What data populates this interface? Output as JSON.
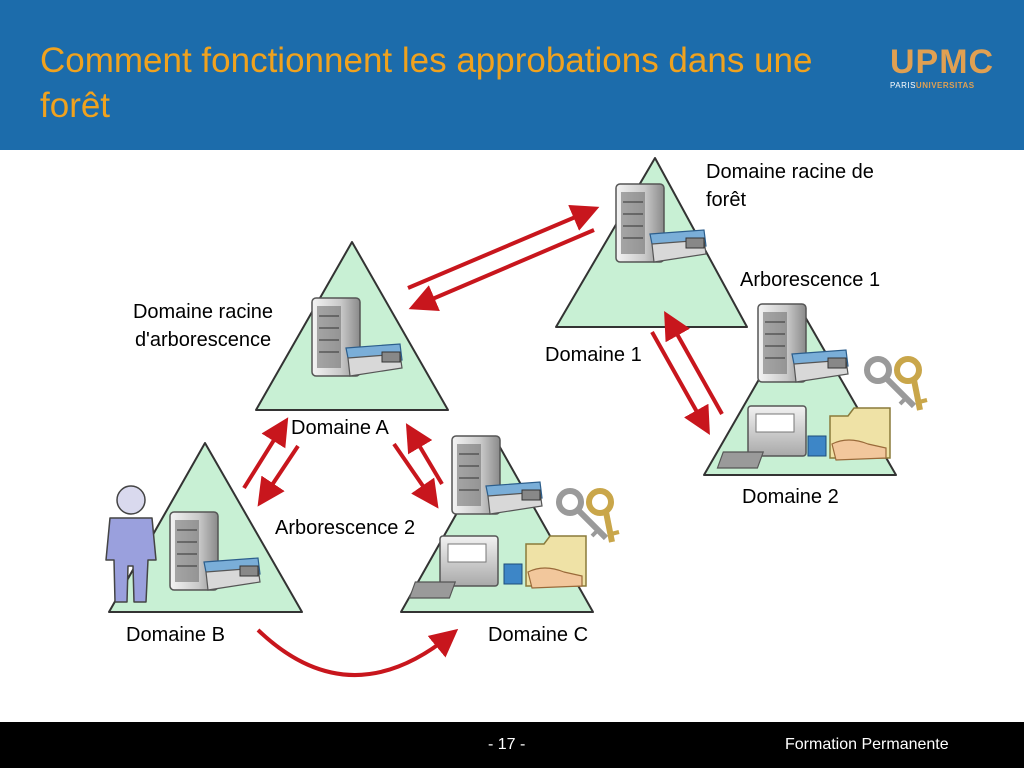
{
  "slide": {
    "title": "Comment fonctionnent les approbations dans une forêt",
    "logo": {
      "main": "UPMC",
      "sub_left": "PARIS",
      "sub_right": "UNIVERSITAS"
    },
    "footer": {
      "page": "- 17 -",
      "label": "Formation Permanente"
    }
  },
  "labels": {
    "forest_root": "Domaine racine de forêt",
    "tree_1": "Arborescence 1",
    "tree_root": "Domaine racine d'arborescence",
    "domain_1": "Domaine 1",
    "domain_a": "Domaine A",
    "domain_2": "Domaine 2",
    "tree_2": "Arborescence 2",
    "domain_b": "Domaine B",
    "domain_c": "Domaine C"
  },
  "colors": {
    "header": "#1c6cab",
    "title": "#f0a21e",
    "triangle_fill": "#c8f0d4",
    "arrow": "#c8161d"
  }
}
